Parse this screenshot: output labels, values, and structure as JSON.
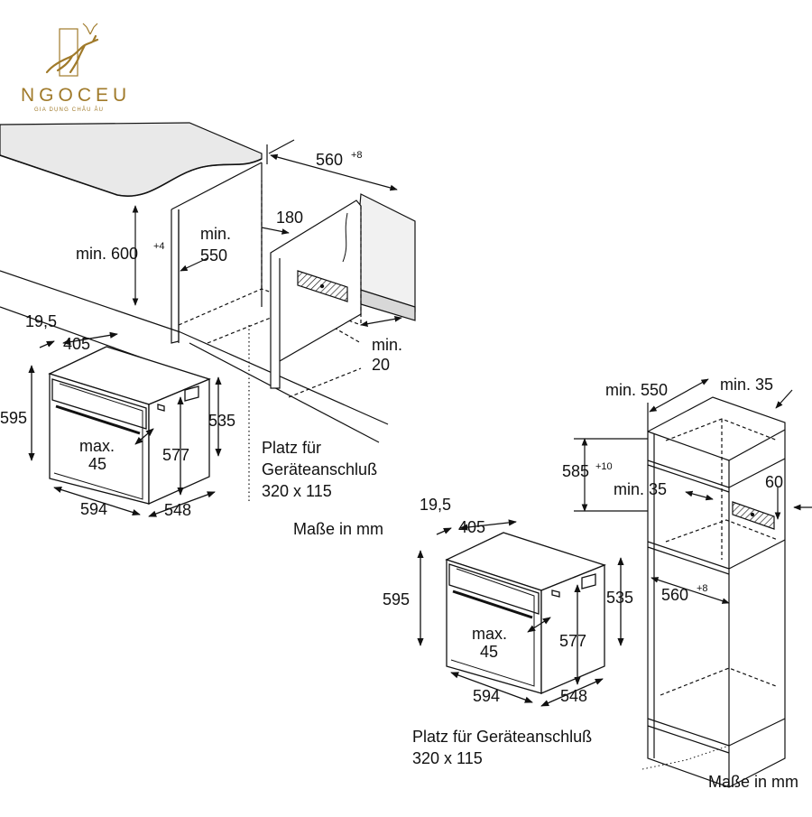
{
  "logo": {
    "name": "NGOCEU",
    "tagline": "GIA DỤNG CHÂU ÂU"
  },
  "top_diagram": {
    "depth": "560",
    "depth_tol": "+8",
    "cut_height": "min. 600",
    "cut_height_tol": "+4",
    "inner_depth": "min.\n550",
    "inner_depth_1": "min.",
    "inner_depth_2": "550",
    "vent": "180",
    "gap_1": "min.",
    "gap_2": "20"
  },
  "oven_left": {
    "front_offset": "19,5",
    "top_depth": "405",
    "height": "595",
    "width": "594",
    "depth": "548",
    "body_height": "535",
    "inner_height": "577",
    "max_1": "max.",
    "max_2": "45"
  },
  "connector_left": {
    "line1": "Platz für",
    "line2": "Geräteanschluß",
    "line3": "320 x 115"
  },
  "units_left": "Maße in mm",
  "oven_right": {
    "front_offset": "19,5",
    "top_depth": "405",
    "height": "595",
    "width": "594",
    "depth": "548",
    "body_height": "535",
    "inner_height": "577",
    "max_1": "max.",
    "max_2": "45"
  },
  "tall_unit": {
    "inner_depth": "min. 550",
    "side": "min. 35",
    "cut_height": "585",
    "cut_height_tol": "+10",
    "rear_gap": "min. 35",
    "vent": "60",
    "depth": "560",
    "depth_tol": "+8"
  },
  "connector_right": {
    "line1": "Platz für Geräteanschluß",
    "line2": "320 x 115"
  },
  "units_right": "Maße in mm",
  "colors": {
    "line": "#111111",
    "brand": "#a07a2a",
    "counter": "#e9e9e9",
    "wall": "#f1f1f1",
    "shadow": "#d8d8d8"
  }
}
